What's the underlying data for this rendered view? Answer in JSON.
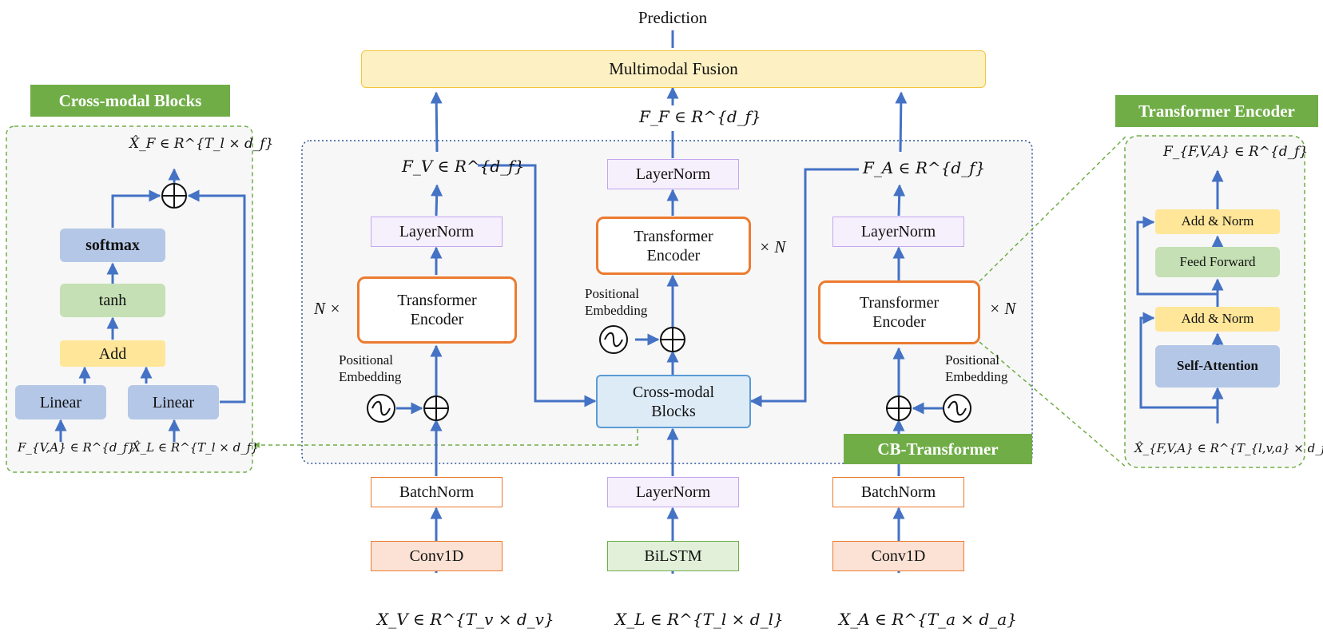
{
  "top": {
    "prediction": "Prediction",
    "fusion": "Multimodal Fusion"
  },
  "tags": {
    "cross_modal": "Cross-modal Blocks",
    "transformer_encoder": "Transformer Encoder",
    "cb_transformer": "CB-Transformer"
  },
  "visual": {
    "input": "X_V ∈ R^{T_v × d_v}",
    "conv": "Conv1D",
    "norm": "BatchNorm",
    "pos_emb": "Positional\nEmbedding",
    "encoder": "Transformer\nEncoder",
    "repeat": "N ×",
    "layernorm": "LayerNorm",
    "output": "F_V ∈ R^{d_f}"
  },
  "language": {
    "input": "X_L ∈ R^{T_l × d_l}",
    "rnn": "BiLSTM",
    "norm": "LayerNorm",
    "cmb": "Cross-modal\nBlocks",
    "pos_emb": "Positional\nEmbedding",
    "encoder": "Transformer\nEncoder",
    "repeat": "× N",
    "layernorm": "LayerNorm",
    "output": "F_F ∈ R^{d_f}"
  },
  "audio": {
    "input": "X_A ∈ R^{T_a × d_a}",
    "conv": "Conv1D",
    "norm": "BatchNorm",
    "pos_emb": "Positional\nEmbedding",
    "encoder": "Transformer\nEncoder",
    "repeat": "× N",
    "layernorm": "LayerNorm",
    "output": "F_A ∈ R^{d_f}"
  },
  "cmb_detail": {
    "output": "X̂_F ∈ R^{T_l × d_f}",
    "softmax": "softmax",
    "tanh": "tanh",
    "add": "Add",
    "linear_left": "Linear",
    "linear_right": "Linear",
    "input_left": "F_{V,A} ∈ R^{d_f}",
    "input_right": "X̂_L ∈ R^{T_l × d_f}"
  },
  "te_detail": {
    "output": "F_{F,V,A} ∈ R^{d_f}",
    "add_norm_top": "Add & Norm",
    "feed_forward": "Feed Forward",
    "add_norm_bottom": "Add & Norm",
    "self_attention": "Self-Attention",
    "input": "X̂_{F,V,A} ∈ R^{T_{l,v,a} × d_f}"
  },
  "colors": {
    "arrow": "#4472c4",
    "dashed_green": "#70ad47",
    "dotted_blue": "#2f5597"
  }
}
